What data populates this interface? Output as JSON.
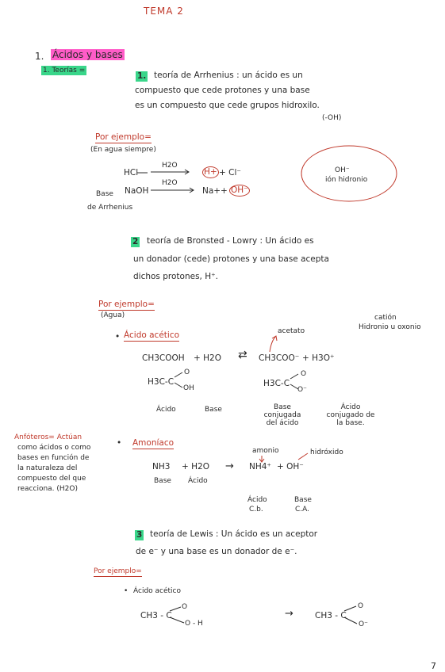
{
  "header": {
    "title": "TEMA 2",
    "page_number": "7"
  },
  "section1": {
    "number": "1.",
    "title": "Ácidos y bases"
  },
  "subsection": {
    "title": "1. Teorías ="
  },
  "arrhenius": {
    "num": "1.",
    "lines": [
      "teoría de Arrhenius : un ácido es un",
      "compuesto que cede protones y una base",
      "es un compuesto que cede grupos hidroxilo.",
      "(-OH)"
    ],
    "example_label": "Por ejemplo=",
    "example_note": "(En agua siempre)",
    "r1": {
      "lhs": "HCl",
      "cond": "H2O",
      "p1": "H+",
      "p2": "+ Cl⁻"
    },
    "r2": {
      "lhs": "NaOH",
      "cond": "H2O",
      "p1": "Na+",
      "plus": "+",
      "p2": "OH⁻"
    },
    "base_label": [
      "Base",
      "de Arrhenius"
    ],
    "circle_text": [
      "OH⁻",
      "ión hidronio"
    ]
  },
  "bronsted": {
    "num": "2",
    "lines": [
      "teoría de Bronsted - Lowry : Un ácido es",
      "un donador (cede) protones y una base acepta",
      "dichos protones, H⁺."
    ],
    "example_label": "Por ejemplo=",
    "example_note": "(Agua)",
    "acetic": {
      "bullet": "Ácido acético",
      "acetato": "acetato",
      "cation": [
        "catión",
        "Hidronio u oxonio"
      ],
      "reaction": {
        "r1": "CH3COOH",
        "plus1": "+ H2O",
        "eq": "⇄",
        "p1": "CH3COO⁻",
        "p2": "+ H3O⁺"
      },
      "struct1": "H3C-C",
      "struct1_o": "O",
      "struct1_oh": "OH",
      "struct2": "H3C-C",
      "struct2_o": "O",
      "struct2_om": "O⁻",
      "labels": [
        "Ácido",
        "Base",
        "Base conjugada del ácido",
        "Ácido conjugado de la base."
      ]
    },
    "amoniaco": {
      "bullet": "Amoníaco",
      "amonio": "amonio",
      "hidroxido": "hidróxido",
      "reaction": {
        "r1": "NH3",
        "plus1": "+ H2O",
        "arrow": "→",
        "p1": "NH4⁺",
        "p2": "+ OH⁻"
      },
      "labels_under": [
        "Base",
        "Ácido"
      ],
      "labels_prod": [
        [
          "Ácido",
          "C.b."
        ],
        [
          "Base",
          "C.A."
        ]
      ]
    },
    "anfoteros": [
      "Anfóteros= Actúan",
      "como ácidos o como",
      "bases en función de",
      "la naturaleza del",
      "compuesto del que",
      "reacciona. (H2O)"
    ]
  },
  "lewis": {
    "num": "3",
    "lines": [
      "teoría de Lewis : Un ácido es un aceptor",
      "de e⁻ y una base es un donador de e⁻."
    ],
    "example_label": "Por ejemplo=",
    "bullet": "Ácido acético",
    "left": "CH3 - C",
    "left_o": "O",
    "left_oh": "O - H",
    "arrow": "→",
    "right": "CH3 - C",
    "right_o": "O",
    "right_om": "O⁻"
  }
}
